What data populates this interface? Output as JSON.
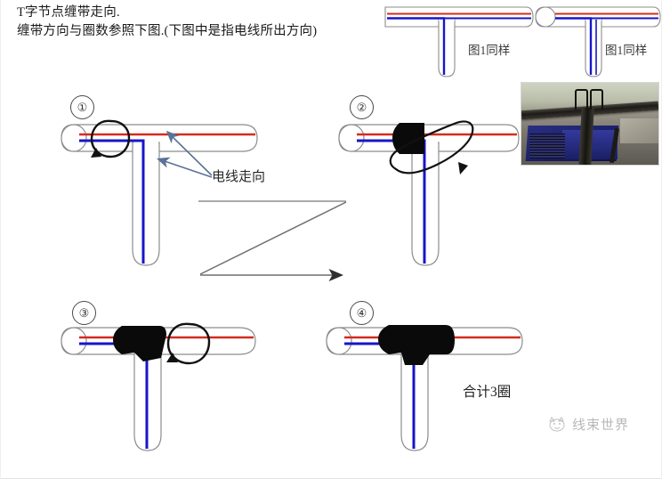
{
  "document": {
    "title_line_1": "T字节点缠带走向.",
    "title_line_2": "缠带方向与圈数参照下图.(下图中是指电线所出方向)"
  },
  "colors": {
    "wire_red": "#d32c1e",
    "wire_blue": "#1616c8",
    "tube_outline": "#8c8c8c",
    "tape_black": "#0a0a0a",
    "arrow_blue": "#5a7296",
    "rotation_arrow": "#111111",
    "flow_arrow": "#6e6e6e",
    "watermark_gray": "#8d8d8d"
  },
  "top_reference": {
    "figures": [
      {
        "id": "ref-figure-left",
        "label": "图1同样",
        "has_end_cap": false,
        "tape": false
      },
      {
        "id": "ref-figure-right",
        "label": "图1同样",
        "has_end_cap": true,
        "tape": false
      }
    ]
  },
  "photo": {
    "name": "real-harness-photo",
    "caption": ""
  },
  "steps": [
    {
      "number": "①",
      "name": "step-1",
      "tape": "none",
      "rotation_marker": "vertical-loop-arrow-down-left",
      "annotation": {
        "text": "电线走向",
        "arrow_count": 2
      }
    },
    {
      "number": "②",
      "name": "step-2",
      "tape": "first-wrap-on-horizontal-trunk",
      "rotation_marker": "tilted-spiral-arrow-down",
      "annotation": null
    },
    {
      "number": "③",
      "name": "step-3",
      "tape": "wrap-over-branch-junction",
      "rotation_marker": "vertical-loop-arrow-down-left",
      "annotation": null
    },
    {
      "number": "④",
      "name": "step-4",
      "tape": "full-junction-covered",
      "rotation_marker": "none",
      "annotation": {
        "text": "合计3圈",
        "arrow_count": 0
      }
    }
  ],
  "flow_arrow": {
    "name": "z-flow-arrow",
    "description": "Z shaped progression arrow from step1/2 row to step3/4 row"
  },
  "watermark": {
    "text": "线束世界",
    "icon": "cat-face-icon"
  }
}
